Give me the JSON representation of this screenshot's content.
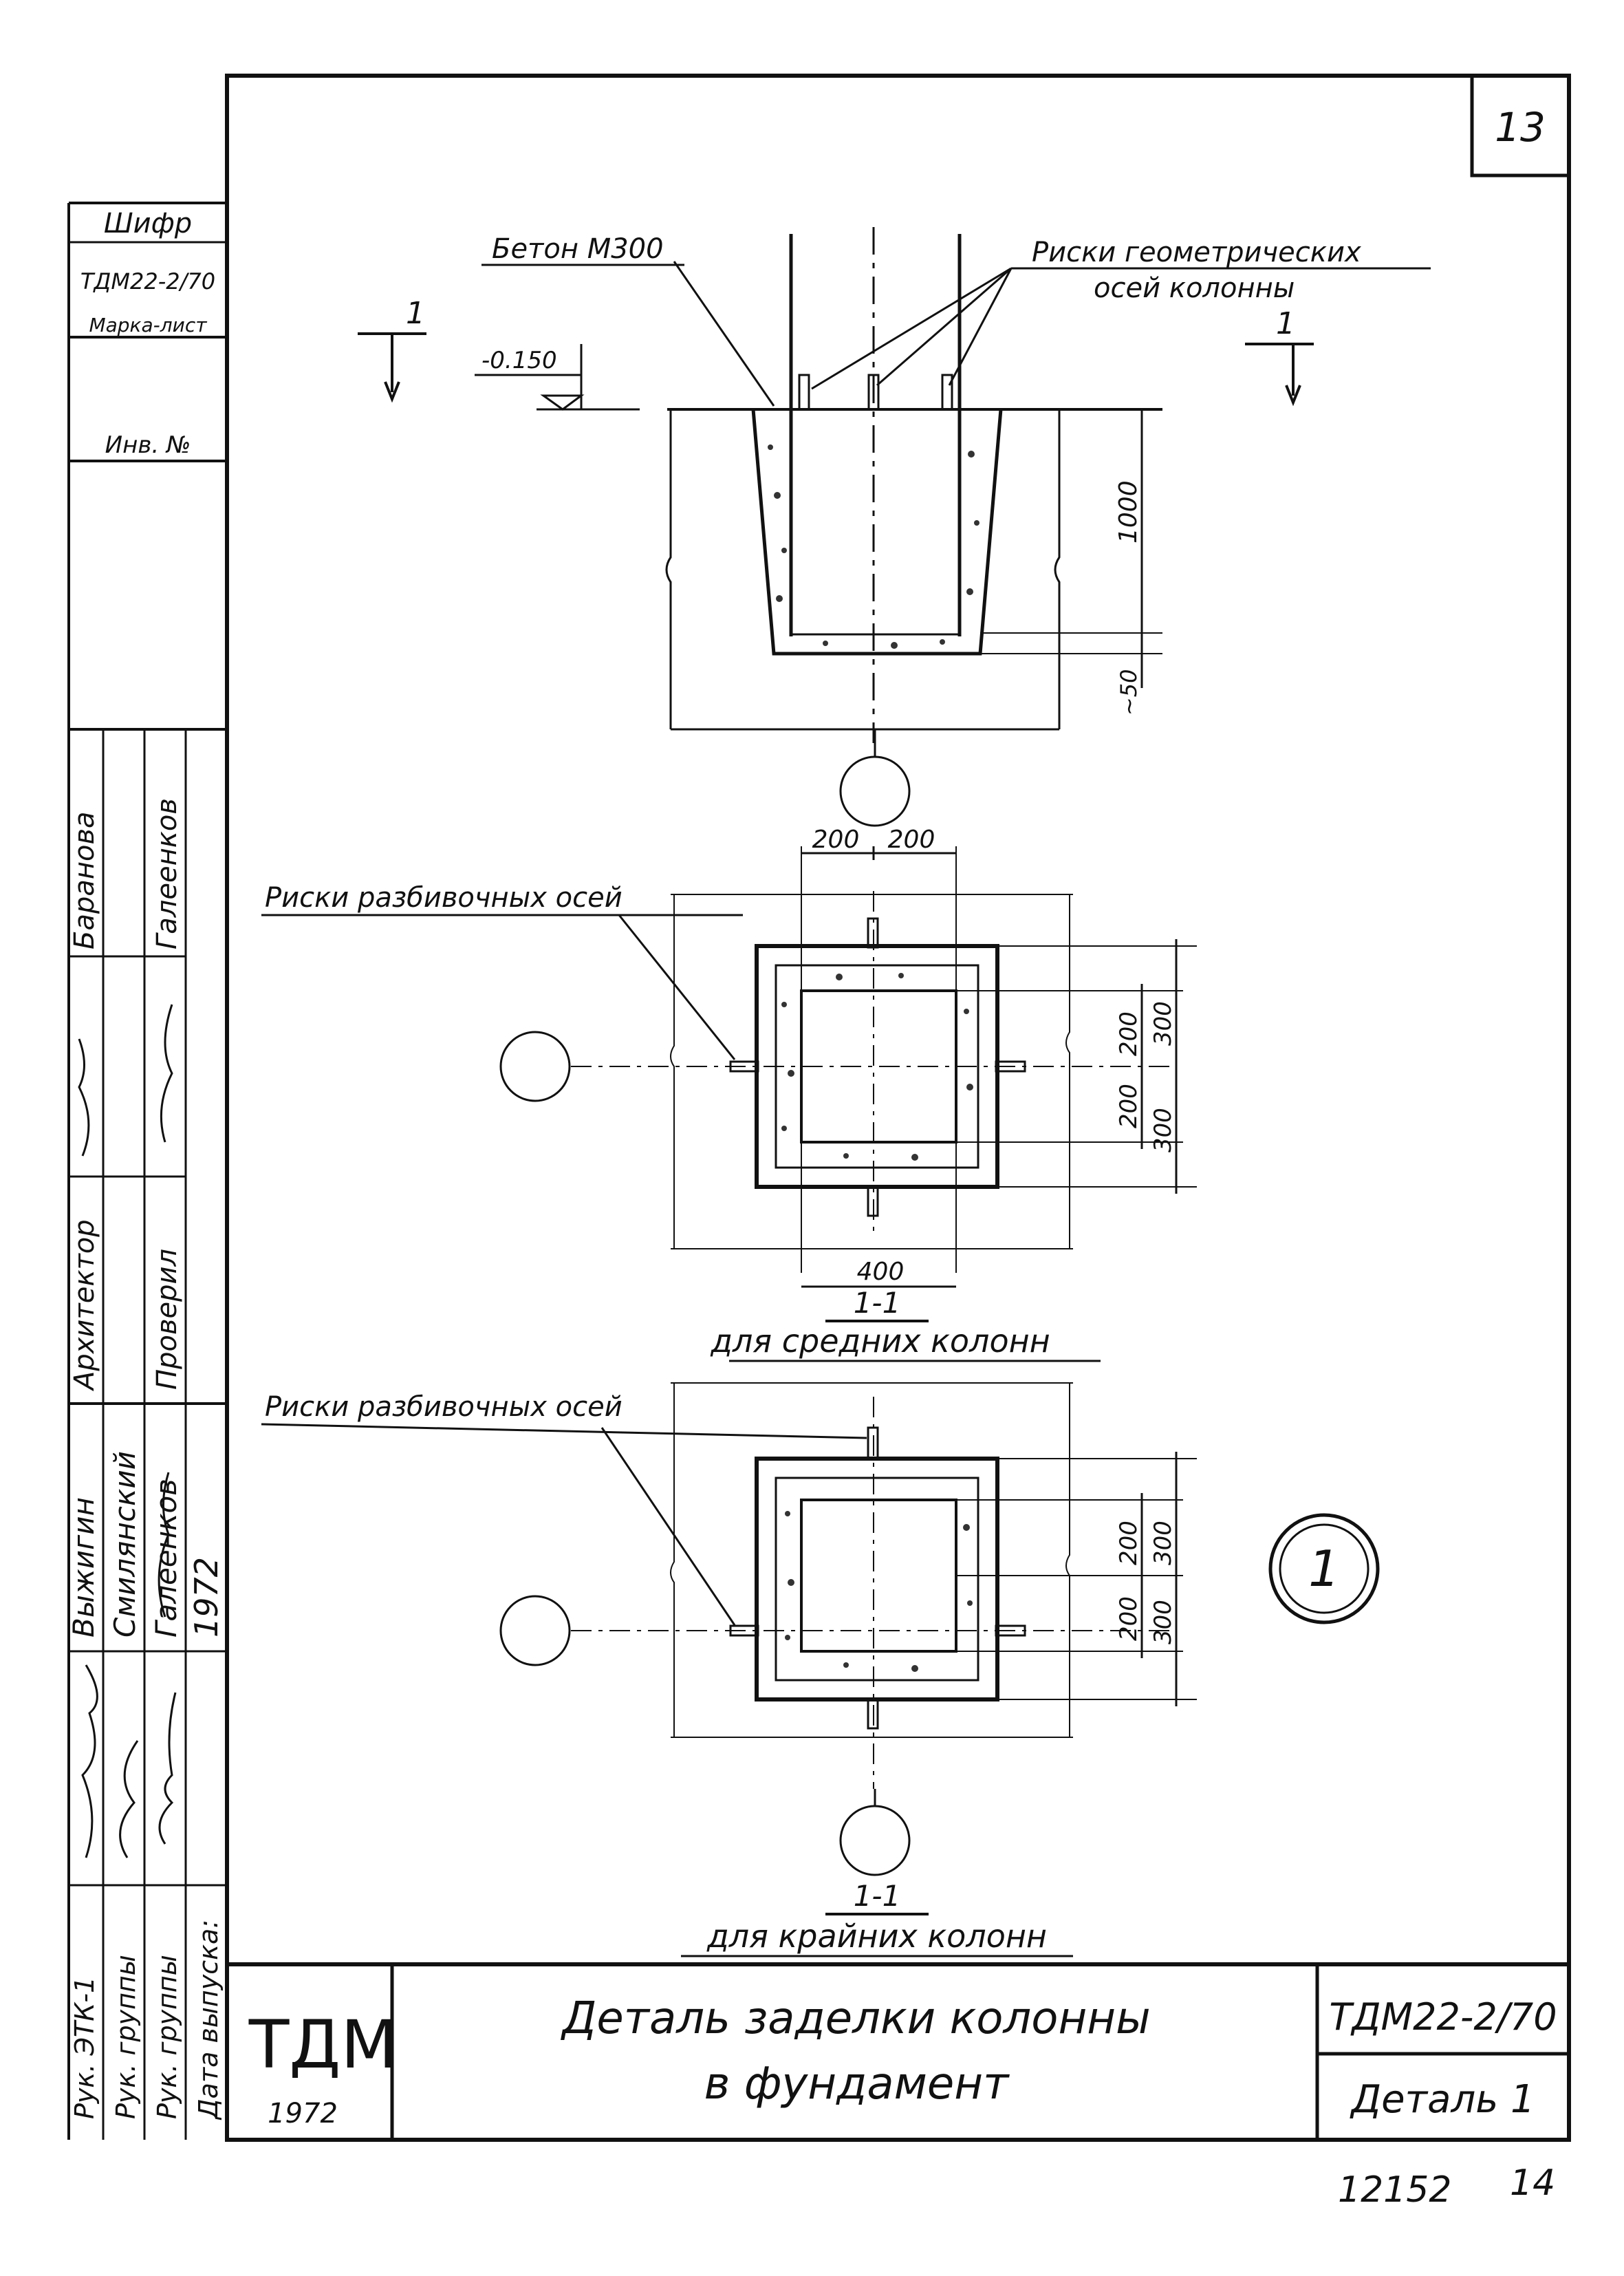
{
  "sheet_number": "13",
  "footer": {
    "archive_number": "12152",
    "page_number": "14"
  },
  "sidebar": {
    "code_label": "Шифр",
    "code_value": "ТДМ22-2/70",
    "mark_label": "Марка-лист",
    "inventory_label": "Инв. №",
    "roles": [
      "Рук. ЭТК-1",
      "Рук. группы",
      "Рук. группы",
      "Дата выпуска:"
    ],
    "names": [
      "Выжигин",
      "Смилянский",
      "Галеенков",
      "1972"
    ],
    "roles2": [
      "Архитектор",
      "Проверил"
    ],
    "names2": [
      "Баранова",
      "Галеенков"
    ]
  },
  "section_view": {
    "concrete_label": "Бетон М300",
    "marks_label_1": "Риски геометрических",
    "marks_label_2": "осей колонны",
    "level": "-0.150",
    "depth_dim": "1000",
    "gap_dim": "~50",
    "cut_mark": "1"
  },
  "plan_middle": {
    "marks_label": "Риски разбивочных осей",
    "dim_top_left": "200",
    "dim_top_right": "200",
    "dim_right_inner_top": "200",
    "dim_right_inner_bottom": "200",
    "dim_right_outer_top": "300",
    "dim_right_outer_bottom": "300",
    "dim_bottom": "400",
    "section_label": "1-1",
    "caption": "для средних колонн"
  },
  "plan_edge": {
    "marks_label": "Риски разбивочных осей",
    "dim_right_inner_top": "200",
    "dim_right_inner_bottom": "200",
    "dim_right_outer_top": "300",
    "dim_right_outer_bottom": "300",
    "section_label": "1-1",
    "caption": "для крайних колонн",
    "detail_number": "1"
  },
  "title_block": {
    "logo": "ТДМ",
    "year": "1972",
    "title_line1": "Деталь заделки колонны",
    "title_line2": "в фундамент",
    "code": "ТДМ22-2/70",
    "sheet_name": "Деталь 1"
  }
}
